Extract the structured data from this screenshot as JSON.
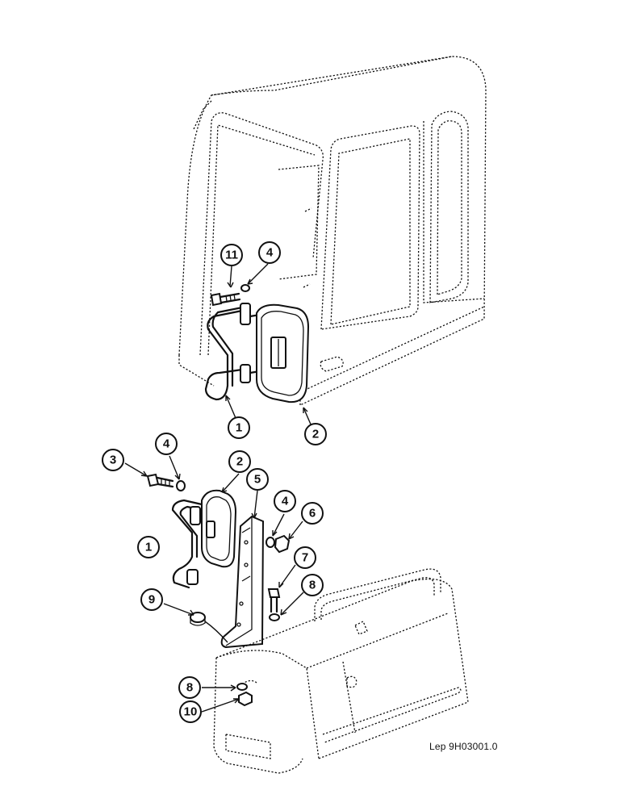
{
  "reference_code": "Lep 9H03001.0",
  "callouts": {
    "top_1": "1",
    "top_2": "2",
    "top_4": "4",
    "top_11": "11",
    "mid_1": "1",
    "mid_2": "2",
    "mid_3": "3",
    "mid_4a": "4",
    "mid_4b": "4",
    "mid_5": "5",
    "mid_6": "6",
    "mid_7": "7",
    "mid_8": "8",
    "mid_9": "9",
    "low_8": "8",
    "low_10": "10"
  }
}
